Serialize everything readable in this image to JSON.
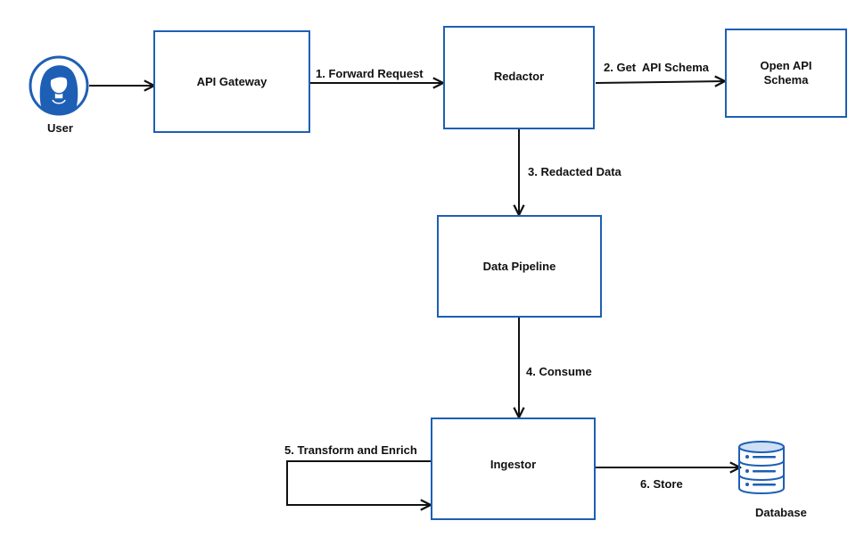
{
  "colors": {
    "box_border": "#1d5fb5",
    "arrow": "#111111",
    "icon_blue": "#1d5fb5"
  },
  "actors": {
    "user": {
      "label": "User",
      "icon": "user-avatar-icon"
    }
  },
  "nodes": {
    "api_gateway": "API Gateway",
    "redactor": "Redactor",
    "open_api_schema": "Open API Schema",
    "data_pipeline": "Data Pipeline",
    "ingestor": "Ingestor"
  },
  "database": {
    "label": "Database",
    "icon": "database-icon"
  },
  "edges": {
    "forward_request": "1. Forward Request",
    "get_schema": "2. Get  API Schema",
    "redacted_data": "3. Redacted Data",
    "consume": "4. Consume",
    "transform_enrich": "5. Transform and Enrich",
    "store": "6. Store"
  }
}
